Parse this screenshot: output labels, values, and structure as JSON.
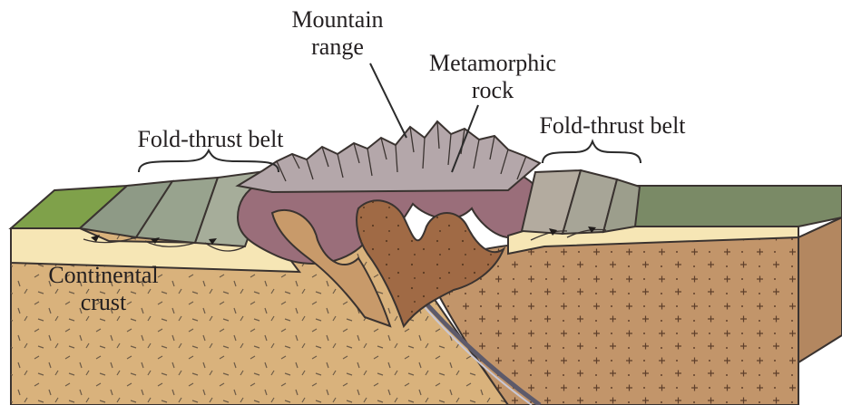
{
  "labels": {
    "mountain_range_line1": "Mountain",
    "mountain_range_line2": "range",
    "metamorphic_line1": "Metamorphic",
    "metamorphic_line2": "rock",
    "fold_thrust_left": "Fold-thrust belt",
    "fold_thrust_right": "Fold-thrust belt",
    "continental_line1": "Continental",
    "continental_line2": "crust"
  },
  "colors": {
    "crust_tan": "#d9b27c",
    "right_crust": "#c2956a",
    "sediment_cream": "#f6e6b5",
    "green_surface": "#7fa14a",
    "grey_green": "#8e9a86",
    "metamorphic_mauve": "#9a6e7a",
    "core_brown": "#a06a45",
    "mountain_grey": "#b4a7aa"
  }
}
